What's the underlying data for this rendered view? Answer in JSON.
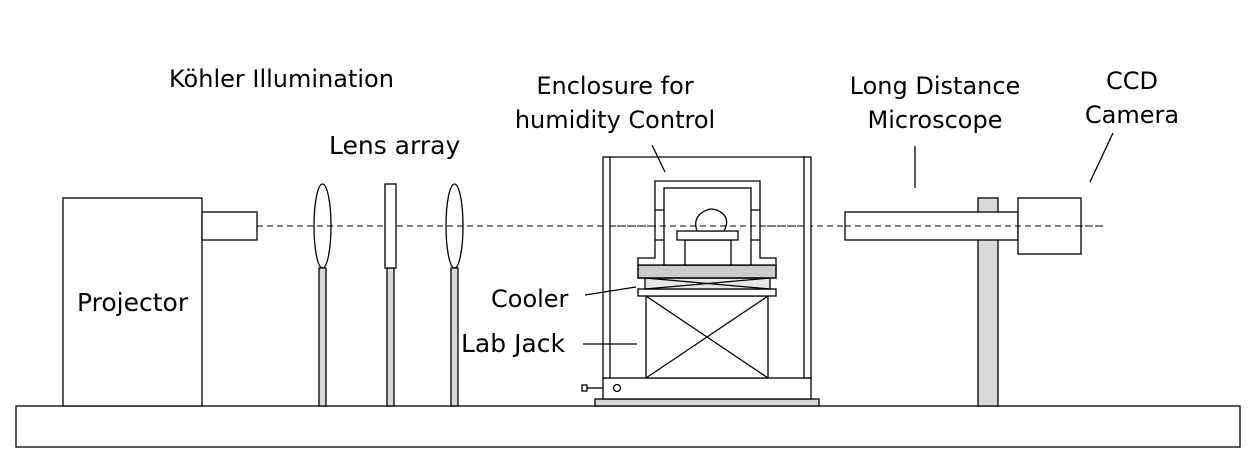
{
  "labels": {
    "kohler": "Köhler Illumination",
    "lens_array": "Lens array",
    "enclosure_line1": "Enclosure for",
    "enclosure_line2": "humidity Control",
    "microscope_line1": "Long Distance",
    "microscope_line2": "Microscope",
    "camera_line1": "CCD",
    "camera_line2": "Camera",
    "projector": "Projector",
    "cooler": "Cooler",
    "lab_jack": "Lab Jack"
  },
  "colors": {
    "stand_fill": "#d9d9d9",
    "cooler_fill": "#cccccc",
    "line": "#000000"
  }
}
